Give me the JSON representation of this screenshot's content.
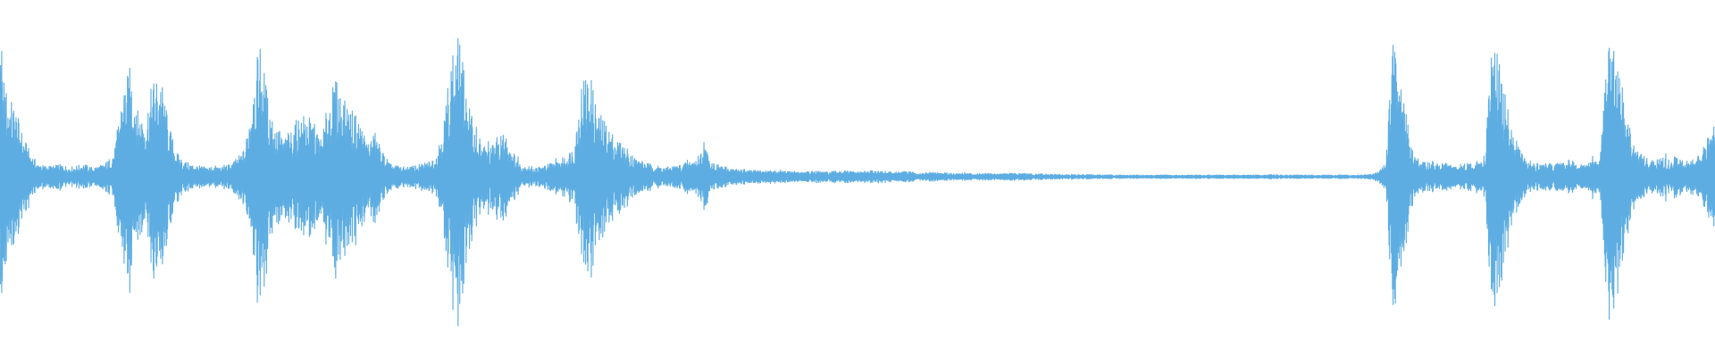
{
  "waveform": {
    "color": "#5dade2",
    "background": "#ffffff",
    "normalized_amplitude_envelope": [
      0.72,
      0.52,
      0.44,
      0.26,
      0.15,
      0.08,
      0.07,
      0.07,
      0.08,
      0.06,
      0.07,
      0.08,
      0.06,
      0.07,
      0.09,
      0.18,
      0.55,
      0.7,
      0.42,
      0.38,
      0.62,
      0.65,
      0.35,
      0.16,
      0.1,
      0.08,
      0.07,
      0.06,
      0.07,
      0.06,
      0.08,
      0.12,
      0.18,
      0.58,
      0.86,
      0.5,
      0.32,
      0.24,
      0.3,
      0.38,
      0.4,
      0.34,
      0.24,
      0.52,
      0.62,
      0.48,
      0.42,
      0.36,
      0.22,
      0.28,
      0.16,
      0.08,
      0.07,
      0.06,
      0.07,
      0.08,
      0.1,
      0.14,
      0.38,
      0.78,
      0.9,
      0.52,
      0.3,
      0.22,
      0.18,
      0.26,
      0.28,
      0.16,
      0.08,
      0.07,
      0.06,
      0.07,
      0.09,
      0.1,
      0.14,
      0.2,
      0.62,
      0.68,
      0.42,
      0.36,
      0.28,
      0.22,
      0.18,
      0.12,
      0.1,
      0.08,
      0.07,
      0.06,
      0.07,
      0.08,
      0.1,
      0.12,
      0.2,
      0.1,
      0.07,
      0.06,
      0.05,
      0.05,
      0.04,
      0.04,
      0.04,
      0.04,
      0.035,
      0.035,
      0.035,
      0.03,
      0.035,
      0.035,
      0.03,
      0.035,
      0.04,
      0.035,
      0.03,
      0.035,
      0.04,
      0.035,
      0.035,
      0.03,
      0.035,
      0.03,
      0.025,
      0.025,
      0.03,
      0.025,
      0.025,
      0.02,
      0.025,
      0.02,
      0.02,
      0.025,
      0.02,
      0.02,
      0.025,
      0.02,
      0.02,
      0.015,
      0.02,
      0.015,
      0.015,
      0.015,
      0.015,
      0.012,
      0.015,
      0.012,
      0.012,
      0.012,
      0.012,
      0.01,
      0.012,
      0.01,
      0.01,
      0.01,
      0.012,
      0.01,
      0.01,
      0.01,
      0.012,
      0.01,
      0.012,
      0.01,
      0.01,
      0.012,
      0.01,
      0.01,
      0.012,
      0.01,
      0.015,
      0.012,
      0.01,
      0.012,
      0.01,
      0.012,
      0.01,
      0.012,
      0.01,
      0.012,
      0.01,
      0.01,
      0.012,
      0.015,
      0.03,
      0.09,
      0.95,
      0.58,
      0.3,
      0.12,
      0.09,
      0.1,
      0.08,
      0.09,
      0.07,
      0.08,
      0.09,
      0.1,
      0.16,
      0.98,
      0.7,
      0.42,
      0.24,
      0.12,
      0.1,
      0.08,
      0.09,
      0.08,
      0.1,
      0.11,
      0.09,
      0.08,
      0.1,
      0.12,
      0.96,
      0.78,
      0.5,
      0.28,
      0.16,
      0.12,
      0.1,
      0.12,
      0.11,
      0.13,
      0.1,
      0.12,
      0.14,
      0.24,
      0.38
    ]
  }
}
